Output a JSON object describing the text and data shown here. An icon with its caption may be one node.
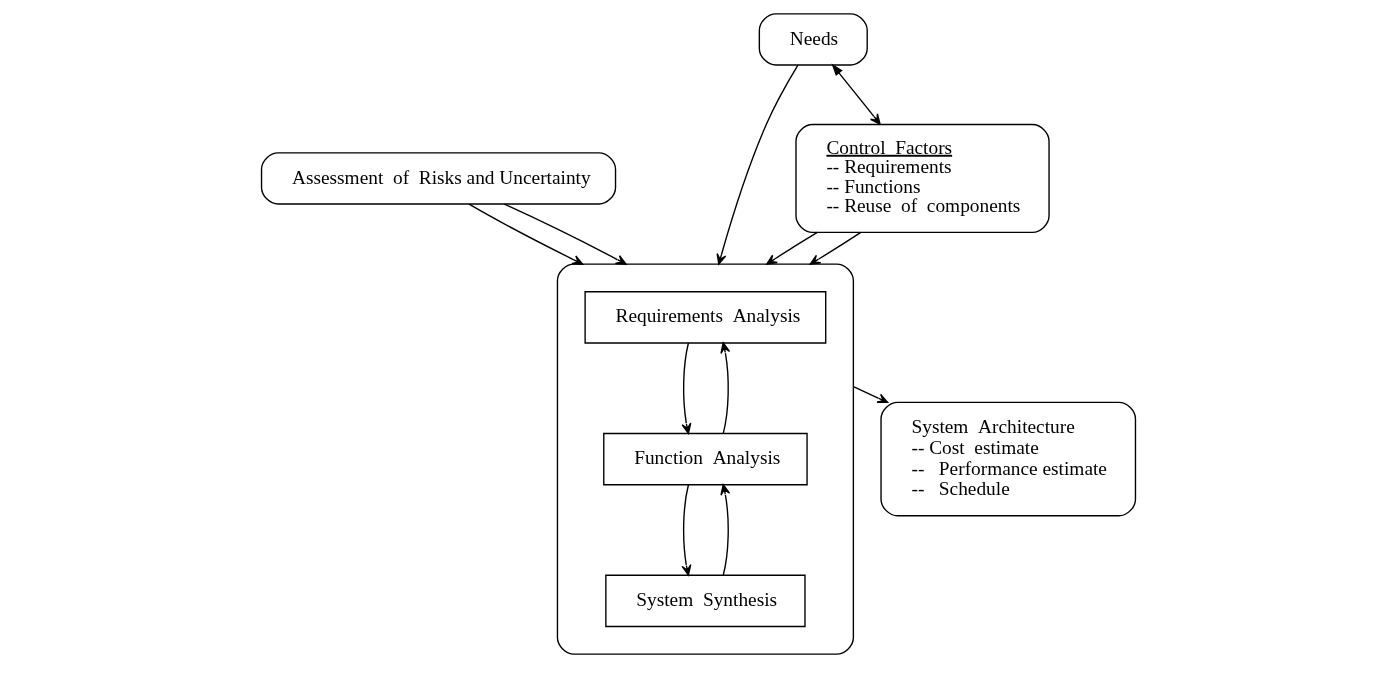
{
  "diagram": {
    "nodes": [
      {
        "text": [
          "Assessment  of  Risks and Uncertainty"
        ]
      },
      {
        "text": [
          "Needs"
        ]
      },
      {
        "text": [],
        "shape": "box"
      },
      {
        "text": [
          "Requirements  Analysis"
        ],
        "in": 2
      },
      {
        "text": [
          "Function  Analysis"
        ],
        "in": 2
      },
      {
        "text": [
          "System  Synthesis"
        ],
        "in": 2
      },
      {
        "text": [
          "System  Architecture",
          "-- Cost  estimate",
          "--   Performance estimate",
          "--   Schedule"
        ]
      },
      {
        "text": [
          "Control  Factors",
          "-- Requirements",
          "-- Functions",
          "-- Reuse  of  components"
        ]
      }
    ],
    "edges": [
      {
        "from": 0,
        "to": 2,
        "arrow": "to"
      },
      {
        "from": 0,
        "to": 2,
        "arrow": "to"
      },
      {
        "from": 1,
        "to": 2,
        "arrow": "to"
      },
      {
        "from": 2,
        "to": 6,
        "arrow": "to"
      },
      {
        "from": 3,
        "to": 4,
        "arrow": "to"
      },
      {
        "from": 4,
        "to": 3,
        "arrow": "to"
      },
      {
        "from": 4,
        "to": 5,
        "arrow": "to"
      },
      {
        "from": 5,
        "to": 4,
        "arrow": "to"
      },
      {
        "from": 7,
        "to": 2,
        "arrow": "to"
      },
      {
        "from": 7,
        "to": 2,
        "arrow": "to"
      },
      {
        "from": 1,
        "to": 7,
        "arrow": "both"
      }
    ]
  }
}
